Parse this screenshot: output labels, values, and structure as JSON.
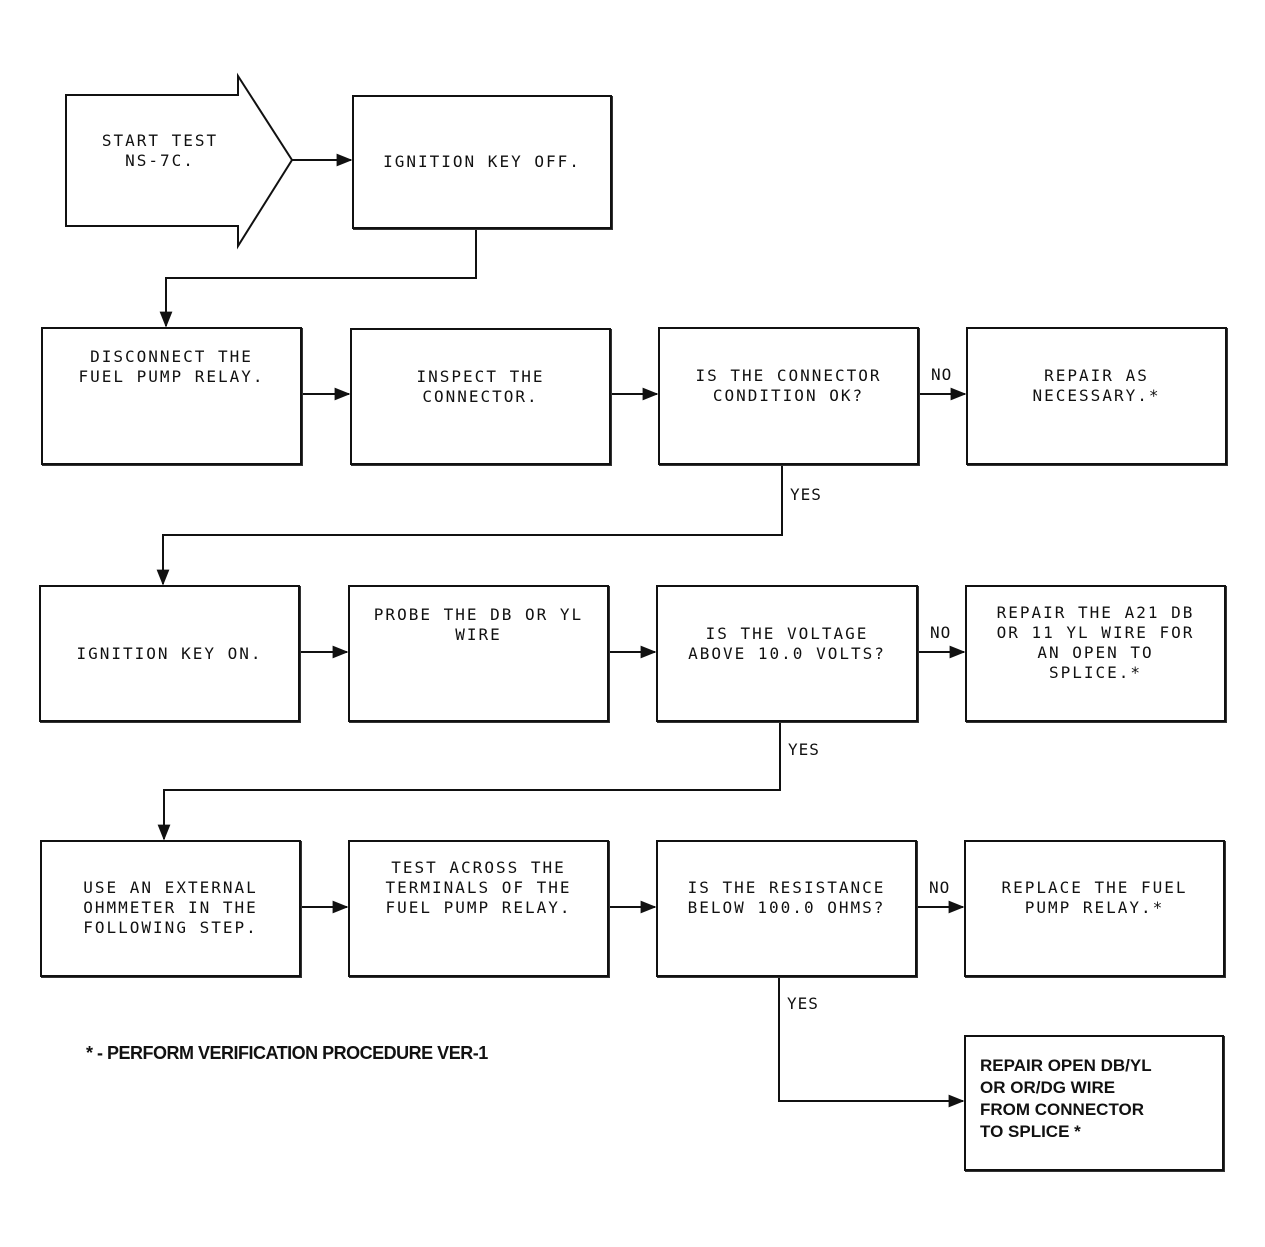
{
  "boxes": {
    "start": "START TEST\nNS-7C.",
    "ign_off": "IGNITION KEY OFF.",
    "disconnect": "DISCONNECT THE\nFUEL PUMP RELAY.",
    "inspect": "INSPECT THE\nCONNECTOR.",
    "q_connector": "IS THE CONNECTOR\nCONDITION OK?",
    "repair_nec": "REPAIR AS\nNECESSARY.*",
    "ign_on": "IGNITION KEY ON.",
    "probe": "PROBE THE DB OR YL\nWIRE",
    "q_voltage": "IS THE VOLTAGE\nABOVE 10.0 VOLTS?",
    "repair_a21": "REPAIR THE A21 DB\nOR 11 YL WIRE FOR\nAN OPEN TO\nSPLICE.*",
    "use_ohm": "USE AN EXTERNAL\nOHMMETER IN THE\nFOLLOWING STEP.",
    "test_across": "TEST ACROSS THE\nTERMINALS OF THE\nFUEL PUMP RELAY.",
    "q_resist": "IS THE RESISTANCE\nBELOW 100.0 OHMS?",
    "replace": "REPLACE THE FUEL\nPUMP RELAY.*",
    "repair_open": "REPAIR OPEN DB/YL\nOR OR/DG WIRE\nFROM CONNECTOR\nTO SPLICE *"
  },
  "labels": {
    "no": "NO",
    "yes": "YES"
  },
  "footnote": "* - PERFORM VERIFICATION PROCEDURE VER-1"
}
